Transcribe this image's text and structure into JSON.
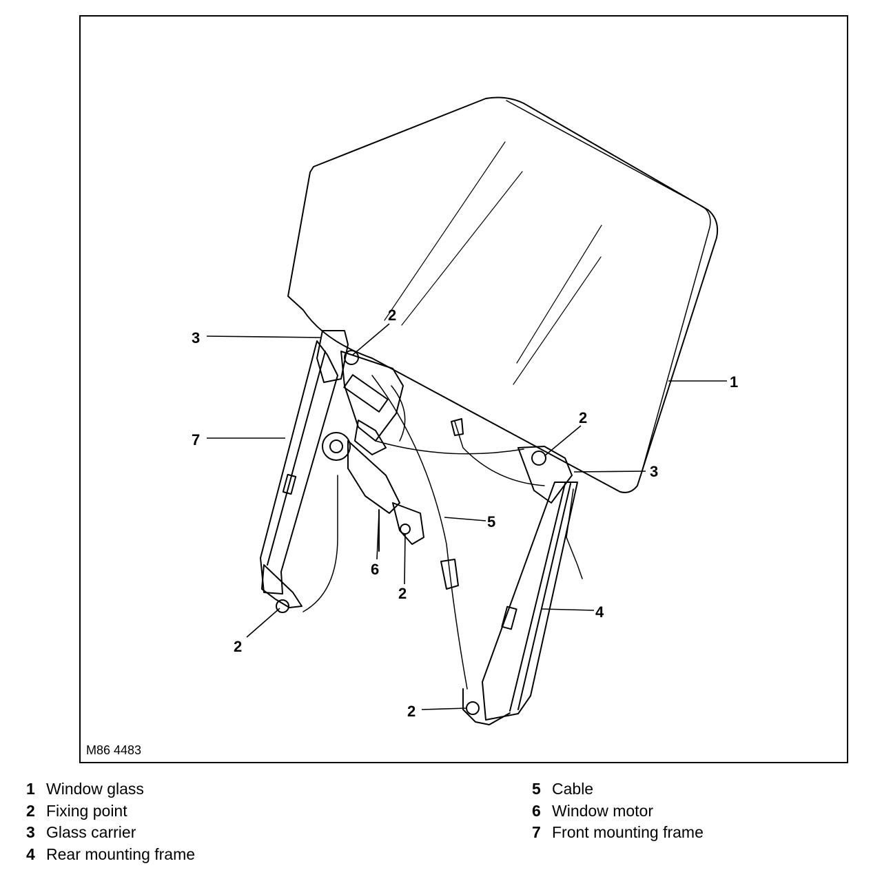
{
  "figure": {
    "id_label": "M86 4483",
    "callouts": [
      {
        "key": "c1",
        "text": "1"
      },
      {
        "key": "c2a",
        "text": "2"
      },
      {
        "key": "c2b",
        "text": "2"
      },
      {
        "key": "c2c",
        "text": "2"
      },
      {
        "key": "c2d",
        "text": "2"
      },
      {
        "key": "c2e",
        "text": "2"
      },
      {
        "key": "c3a",
        "text": "3"
      },
      {
        "key": "c3b",
        "text": "3"
      },
      {
        "key": "c4",
        "text": "4"
      },
      {
        "key": "c5",
        "text": "5"
      },
      {
        "key": "c6",
        "text": "6"
      },
      {
        "key": "c7",
        "text": "7"
      }
    ]
  },
  "legend": {
    "left_column": [
      {
        "number": "1",
        "label": "Window glass"
      },
      {
        "number": "2",
        "label": "Fixing point"
      },
      {
        "number": "3",
        "label": "Glass carrier"
      },
      {
        "number": "4",
        "label": "Rear mounting frame"
      }
    ],
    "right_column": [
      {
        "number": "5",
        "label": "Cable"
      },
      {
        "number": "6",
        "label": "Window motor"
      },
      {
        "number": "7",
        "label": "Front mounting frame"
      }
    ]
  }
}
